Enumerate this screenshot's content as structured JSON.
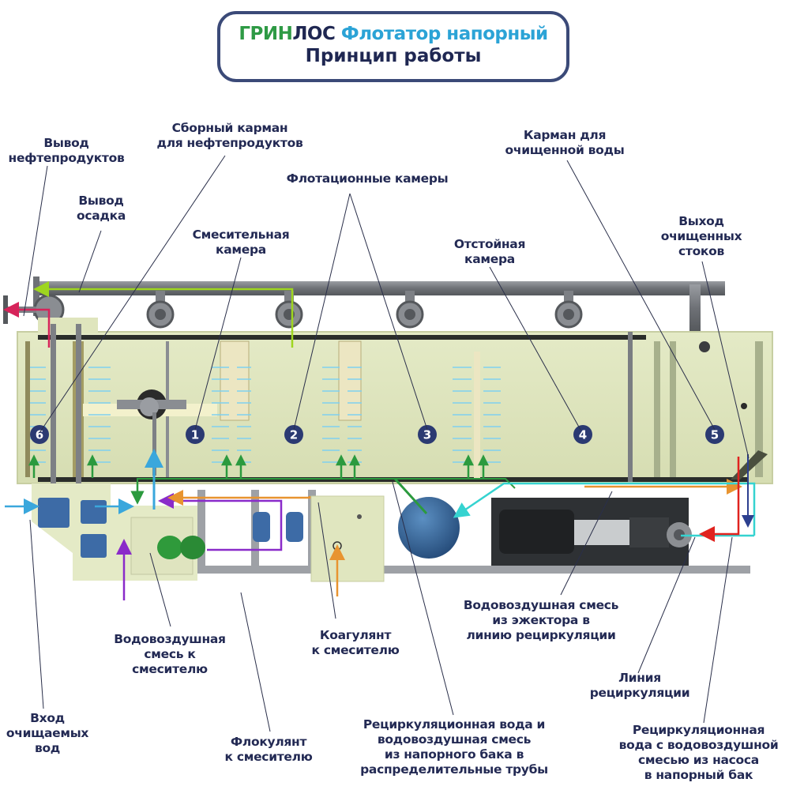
{
  "header": {
    "brand_part1": "ГРИН",
    "brand_part2": "ЛОС",
    "product": "Флотатор напорный",
    "subtitle": "Принцип работы"
  },
  "colors": {
    "brand_green": "#2e9a45",
    "brand_dark": "#1f2752",
    "product_blue": "#2ba3d6",
    "frame_border": "#3b4a78",
    "tank_body": "#e2e8c2",
    "pipe_gray": "#7a7d82",
    "flow_oil_red": "#d6245a",
    "flow_sludge_lime": "#9ed61f",
    "flow_inlet_blue": "#3aa7dc",
    "flow_air_green": "#2b9a3e",
    "flow_flocculant_purple": "#8a2bc9",
    "flow_coagulant_orange": "#e89430",
    "flow_recirc_cyan": "#35d3d0",
    "flow_pump_red": "#e0231f",
    "flow_outlet_navy": "#2c3f8f",
    "badge_navy": "#2b3a72"
  },
  "chambers": [
    {
      "number": "1"
    },
    {
      "number": "2"
    },
    {
      "number": "3"
    },
    {
      "number": "4"
    },
    {
      "number": "5"
    },
    {
      "number": "6"
    }
  ],
  "labels": {
    "oil_outlet": "Вывод\nнефтепродуктов",
    "oil_pocket": "Сборный карман\nдля нефтепродуктов",
    "sludge_outlet": "Вывод\nосадка",
    "mixing_chamber": "Смесительная\nкамера",
    "flotation_chambers": "Флотационные камеры",
    "settling_chamber": "Отстойная\nкамера",
    "clean_water_pocket": "Карман для\nочищенной воды",
    "clean_outlet": "Выход\nочищенных\nстоков",
    "inlet": "Вход\nочищаемых\nвод",
    "air_water_to_mixer": "Водовоздушная\nсмесь к\nсмесителю",
    "flocculant": "Флокулянт\nк смесителю",
    "coagulant": "Коагулянт\nк смесителю",
    "recirc_distribution": "Рециркуляционная вода и\nводовоздушная смесь\nиз напорного бака в\nраспределительные трубы",
    "ejector_mix": "Водовоздушная смесь\nиз эжектора в\nлинию рециркуляции",
    "recirc_line": "Линия\nрециркуляции",
    "pump_to_tank": "Рециркуляционная\nвода с водовоздушной\nсмесью из насоса\nв напорный бак"
  }
}
